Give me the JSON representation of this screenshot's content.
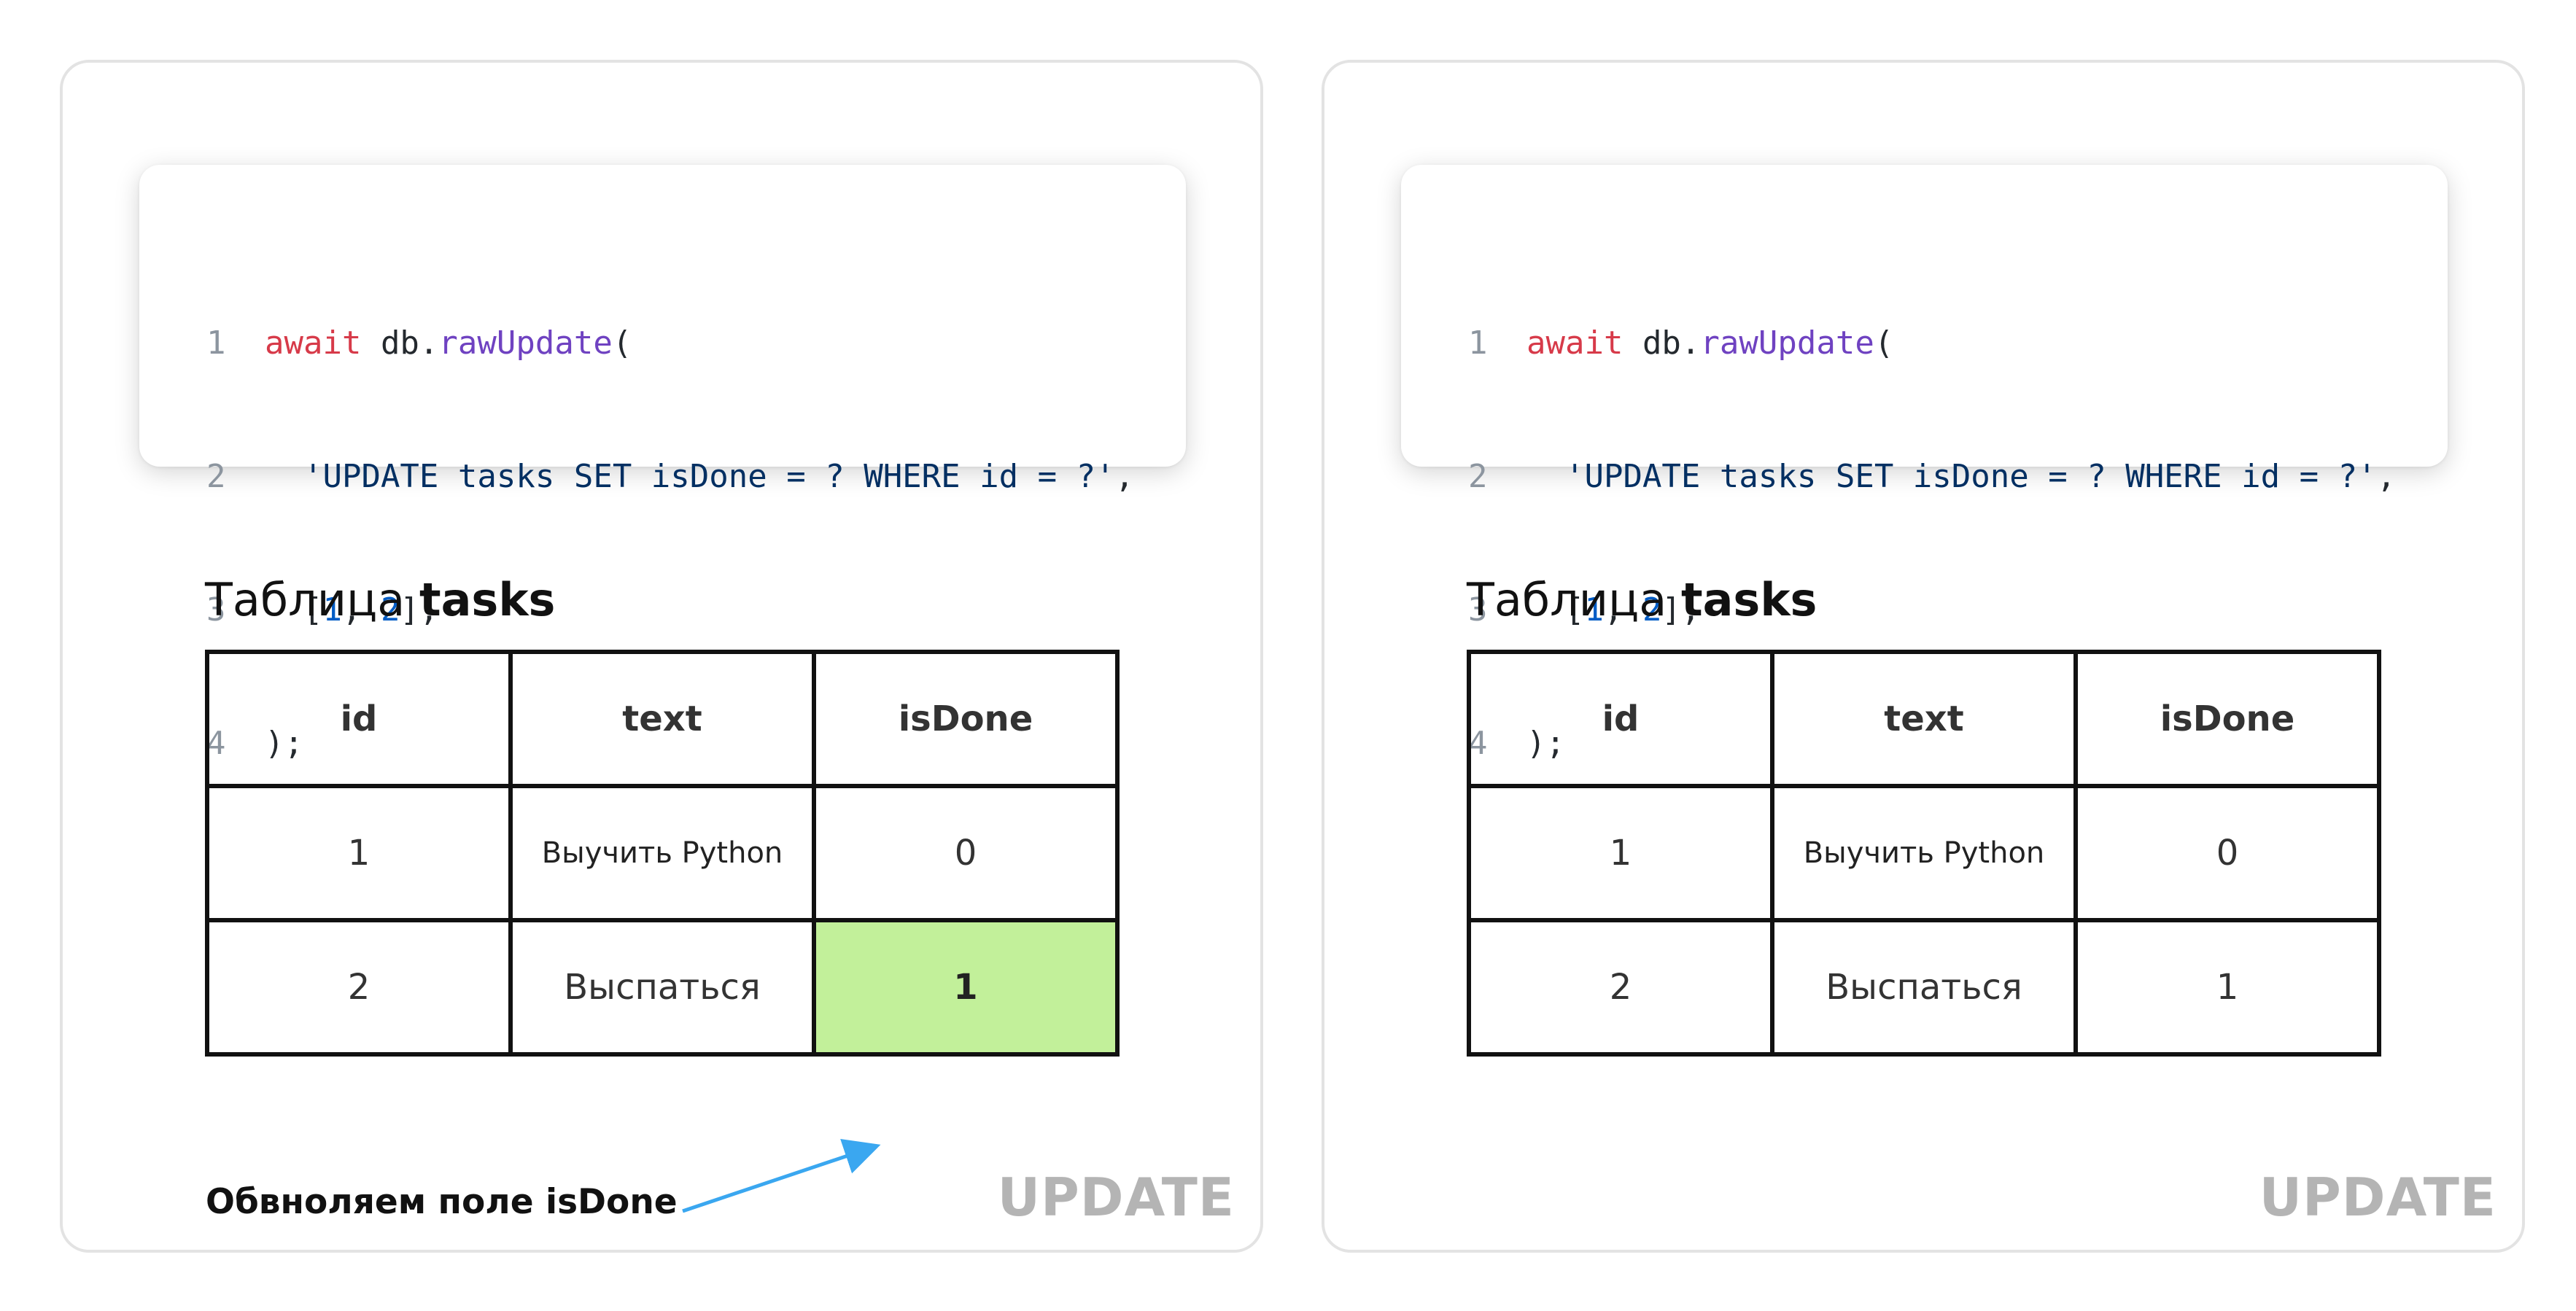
{
  "code": {
    "line_numbers": [
      "1",
      "2",
      "3",
      "4"
    ],
    "l1": {
      "kw": "await",
      "obj": " db.",
      "fn": "rawUpdate",
      "rest": "("
    },
    "l2": {
      "indent": "  ",
      "str": "'UPDATE tasks SET isDone = ? WHERE id = ?'",
      "rest": ","
    },
    "l3": {
      "open": "  [",
      "n1": "1",
      "sep": ", ",
      "n2": "2",
      "close": "],"
    },
    "l4": {
      "text": ");"
    }
  },
  "table_title": {
    "prefix": "Таблица ",
    "name": "tasks"
  },
  "columns": [
    "id",
    "text",
    "isDone"
  ],
  "rows": [
    {
      "id": "1",
      "text": "Выучить Python",
      "isDone": "0"
    },
    {
      "id": "2",
      "text": "Выспаться",
      "isDone": "1"
    }
  ],
  "annotation": "Обвноляем поле isDone",
  "watermark": "UPDATE",
  "colors": {
    "highlight_cell": "#c2f09a",
    "arrow": "#3aa7f0",
    "keyword": "#d73a49",
    "function": "#6f42c1",
    "string": "#032f62",
    "number": "#005cc5",
    "watermark": "#b4b4b4"
  }
}
